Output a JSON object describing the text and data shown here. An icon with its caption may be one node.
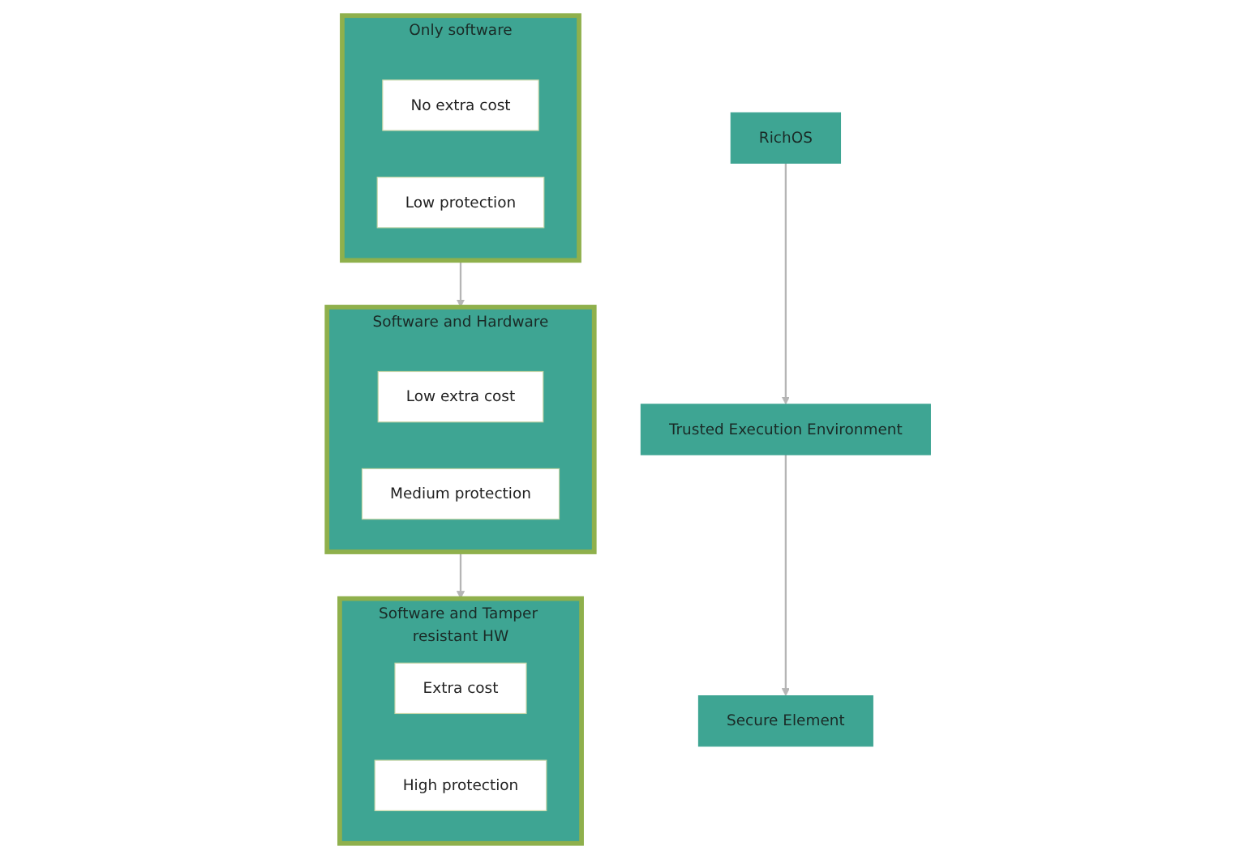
{
  "diagram": {
    "nodes": [
      {
        "text": [
          "Only software"
        ]
      },
      {
        "text": [
          "No extra cost"
        ],
        "in": 0
      },
      {
        "text": [
          "Low protection"
        ],
        "in": 0
      },
      {
        "text": [
          "RichOS"
        ]
      },
      {
        "text": [
          "Software and Hardware"
        ]
      },
      {
        "text": [
          "Low extra cost"
        ],
        "in": 4
      },
      {
        "text": [
          "Medium protection"
        ],
        "in": 4
      },
      {
        "text": [
          "Trusted Execution Environment"
        ]
      },
      {
        "text": [
          "Software and Tamper resistant HW"
        ]
      },
      {
        "text": [
          "Extra cost"
        ],
        "in": 8
      },
      {
        "text": [
          "High protection"
        ],
        "in": 8
      },
      {
        "text": [
          "Secure Element"
        ]
      }
    ],
    "edges": [
      {
        "from": 0,
        "to": 4,
        "arrow": "to"
      },
      {
        "from": 3,
        "to": 7,
        "arrow": "to"
      },
      {
        "from": 4,
        "to": 8,
        "arrow": "to"
      },
      {
        "from": 7,
        "to": 11,
        "arrow": "to"
      }
    ]
  }
}
